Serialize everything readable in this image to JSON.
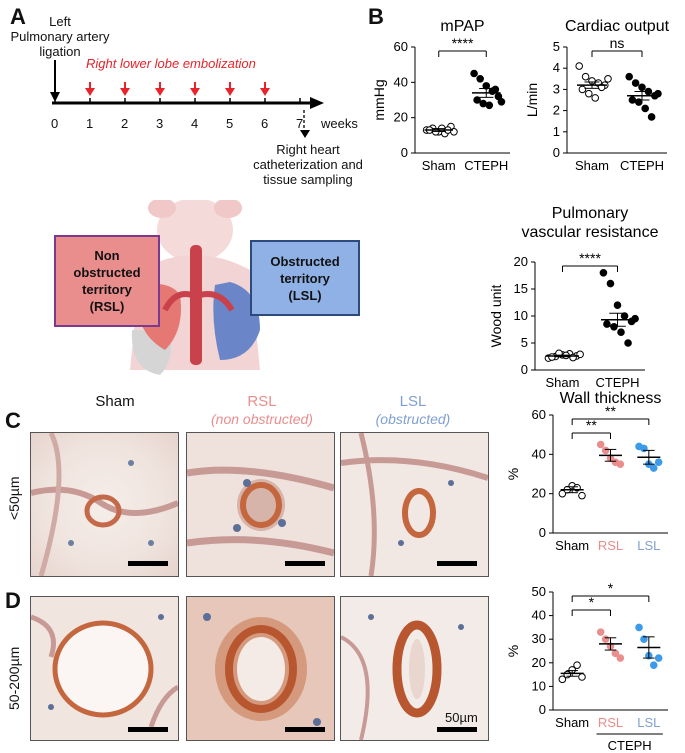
{
  "panels": {
    "a": "A",
    "b": "B",
    "c": "C",
    "d": "D"
  },
  "timeline": {
    "left_ligation": "Left\nPulmonary artery\nligation",
    "embolization": "Right lower lobe embolization",
    "ticks": [
      "0",
      "1",
      "2",
      "3",
      "4",
      "5",
      "6",
      "7"
    ],
    "weeks": "weeks",
    "end_label": "Right heart\ncatheterization and\ntissue sampling"
  },
  "territory": {
    "non_obstructed": "Non\nobstructed\nterritory\n(RSL)",
    "obstructed": "Obstructed\nterritory\n(LSL)"
  },
  "colors": {
    "pink": "#ea8d8d",
    "blue": "#8fb1e6",
    "red": "#e8232a",
    "light_blue_dot": "#3d9be9"
  },
  "micro_labels": {
    "sham": "Sham",
    "rsl": "RSL",
    "rsl_sub": "(non obstructed)",
    "lsl": "LSL",
    "lsl_sub": "(obstructed)",
    "row_small": "<50µm",
    "row_large": "50-200µm",
    "scale": "50µm"
  },
  "chart_data": [
    {
      "id": "mpap",
      "type": "scatter",
      "title": "mPAP",
      "xlabel": "",
      "ylabel": "mmHg",
      "categories": [
        "Sham",
        "CTEPH"
      ],
      "ylim": [
        0,
        60
      ],
      "yticks": [
        0,
        20,
        40,
        60
      ],
      "significance": "****",
      "series": [
        {
          "values": [
            13,
            14,
            12,
            11,
            15,
            13,
            12,
            14,
            13,
            12
          ],
          "mean": 13,
          "sem": 0.8,
          "filled": false
        },
        {
          "values": [
            45,
            42,
            38,
            35,
            32,
            30,
            28,
            27,
            36,
            29
          ],
          "mean": 34,
          "sem": 2.5,
          "filled": true
        }
      ]
    },
    {
      "id": "co",
      "type": "scatter",
      "title": "Cardiac output",
      "xlabel": "",
      "ylabel": "L/min",
      "categories": [
        "Sham",
        "CTEPH"
      ],
      "ylim": [
        0,
        5
      ],
      "yticks": [
        0,
        1,
        2,
        3,
        4,
        5
      ],
      "significance": "ns",
      "series": [
        {
          "values": [
            4.1,
            3.6,
            3.4,
            3.3,
            3.2,
            3.0,
            2.8,
            2.6,
            3.1,
            3.5
          ],
          "mean": 3.2,
          "sem": 0.15,
          "filled": false
        },
        {
          "values": [
            3.6,
            3.3,
            3.1,
            2.9,
            2.7,
            2.5,
            2.4,
            2.1,
            1.7,
            2.8
          ],
          "mean": 2.7,
          "sem": 0.2,
          "filled": true
        }
      ]
    },
    {
      "id": "pvr",
      "type": "scatter",
      "title": "Pulmonary\nvascular resistance",
      "xlabel": "",
      "ylabel": "Wood unit",
      "categories": [
        "Sham",
        "CTEPH"
      ],
      "ylim": [
        0,
        20
      ],
      "yticks": [
        0,
        5,
        10,
        15,
        20
      ],
      "significance": "****",
      "series": [
        {
          "values": [
            2.2,
            2.5,
            2.8,
            3.0,
            2.6,
            2.4,
            3.1,
            2.7,
            2.3,
            2.9
          ],
          "mean": 2.6,
          "sem": 0.15,
          "filled": false
        },
        {
          "values": [
            18,
            16,
            12,
            10,
            9,
            8.5,
            8,
            7,
            5,
            9.5
          ],
          "mean": 9.3,
          "sem": 1.2,
          "filled": true
        }
      ]
    },
    {
      "id": "wall_small",
      "type": "scatter",
      "title": "Wall thickness",
      "xlabel": "",
      "ylabel": "%",
      "categories": [
        "Sham",
        "RSL",
        "LSL"
      ],
      "ylim": [
        0,
        60
      ],
      "yticks": [
        0,
        20,
        40,
        60
      ],
      "significance": [
        "**",
        "**"
      ],
      "series": [
        {
          "values": [
            20,
            22,
            24,
            23,
            19
          ],
          "mean": 22,
          "sem": 1.5,
          "color": "#ffffff"
        },
        {
          "values": [
            45,
            42,
            38,
            36,
            35
          ],
          "mean": 39.5,
          "sem": 3,
          "color": "#ea8d8d"
        },
        {
          "values": [
            44,
            43,
            35,
            33,
            36
          ],
          "mean": 38.5,
          "sem": 3.5,
          "color": "#3d9be9"
        }
      ]
    },
    {
      "id": "wall_large",
      "type": "scatter",
      "title": "",
      "xlabel": "CTEPH",
      "ylabel": "%",
      "categories": [
        "Sham",
        "RSL",
        "LSL"
      ],
      "ylim": [
        0,
        50
      ],
      "yticks": [
        0,
        10,
        20,
        30,
        40,
        50
      ],
      "significance": [
        "*",
        "*"
      ],
      "series": [
        {
          "values": [
            13,
            15,
            17,
            19,
            14
          ],
          "mean": 15.5,
          "sem": 1.2,
          "color": "#ffffff"
        },
        {
          "values": [
            33,
            30,
            27,
            24,
            22
          ],
          "mean": 28,
          "sem": 2.6,
          "color": "#ea8d8d"
        },
        {
          "values": [
            35,
            30,
            23,
            19,
            22
          ],
          "mean": 26.5,
          "sem": 4.5,
          "color": "#3d9be9"
        }
      ]
    }
  ]
}
